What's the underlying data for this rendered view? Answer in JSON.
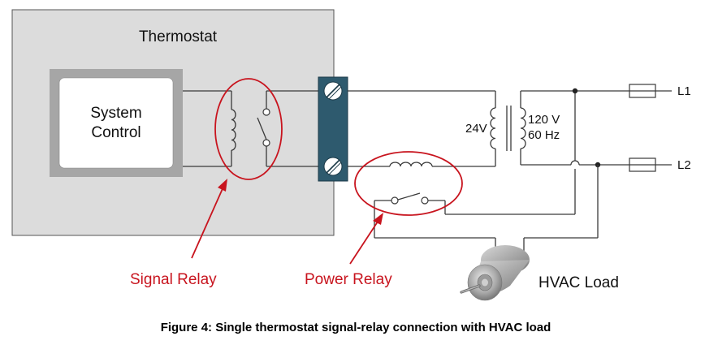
{
  "diagram": {
    "thermostat_title": "Thermostat",
    "system_control": {
      "line1": "System",
      "line2": "Control"
    },
    "transformer": {
      "secondary_label": "24V",
      "primary_line1": "120 V",
      "primary_line2": "60 Hz"
    },
    "lines": {
      "l1": "L1",
      "l2": "L2"
    },
    "load_label": "HVAC Load",
    "callouts": {
      "signal_relay": "Signal Relay",
      "power_relay": "Power Relay"
    },
    "caption": "Figure 4: Single thermostat signal-relay connection with HVAC load"
  },
  "colors": {
    "thermostat_fill": "#dcdcdc",
    "control_frame": "#a6a6a6",
    "terminal_block": "#2e5a6e",
    "highlight_red": "#c8141e",
    "wire": "#3a3a3a"
  }
}
